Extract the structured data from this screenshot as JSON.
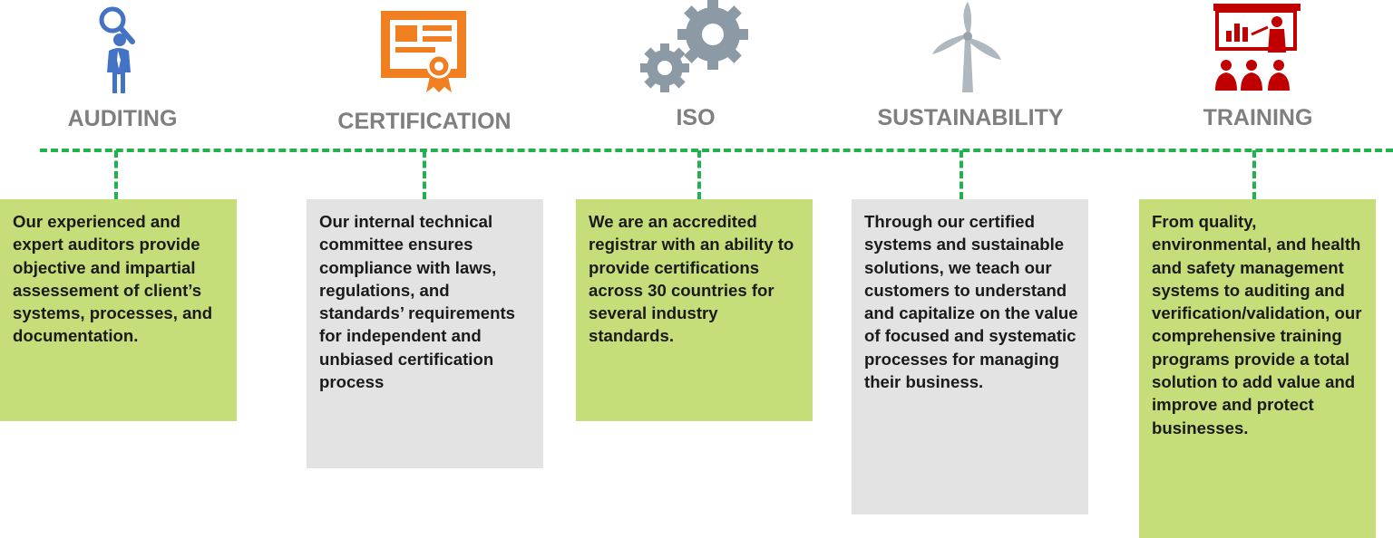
{
  "columns": [
    {
      "title": "AUDITING",
      "icon": "auditor-magnifier-icon",
      "icon_color": "#4472c4",
      "box_color": "#c5de79",
      "text": "Our experienced and expert auditors provide objective and impartial assessement of client’s systems, processes, and documentation."
    },
    {
      "title": "CERTIFICATION",
      "icon": "certificate-icon",
      "icon_color": "#f07f21",
      "box_color": "#e3e3e3",
      "text": "Our internal technical committee ensures compliance with laws, regulations, and standards’ requirements for independent and unbiased certification process"
    },
    {
      "title": "ISO",
      "icon": "gears-icon",
      "icon_color": "#8c9aa5",
      "box_color": "#c5de79",
      "text": "We are an accredited registrar with an ability to provide certifications across 30 countries for several industry standards."
    },
    {
      "title": "SUSTAINABILITY",
      "icon": "wind-turbine-icon",
      "icon_color": "#b0b8bf",
      "box_color": "#e3e3e3",
      "text": "Through our certified systems and sustainable solutions, we teach our customers to understand and capitalize on the value of focused and systematic processes for managing their business."
    },
    {
      "title": "TRAINING",
      "icon": "training-presentation-icon",
      "icon_color": "#c00000",
      "box_color": "#c5de79",
      "text": "From quality, environmental, and health and safety management systems to auditing and verification/validation, our comprehensive training programs provide a total solution to add value and improve and protect businesses."
    }
  ],
  "timeline_color": "#22b14c",
  "title_color": "#7f7f7f"
}
